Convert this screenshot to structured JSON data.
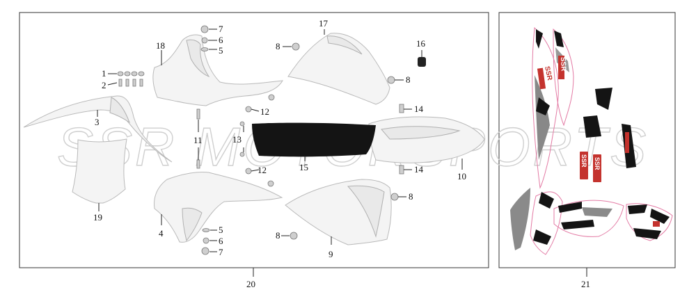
{
  "watermark": "SSR MOTORSPORTS",
  "panels": {
    "plastics_label": "20",
    "graphics_label": "21"
  },
  "callouts": {
    "c1": "1",
    "c2": "2",
    "c3": "3",
    "c4": "4",
    "c5a": "5",
    "c5b": "5",
    "c6a": "6",
    "c6b": "6",
    "c7a": "7",
    "c7b": "7",
    "c8a": "8",
    "c8b": "8",
    "c8c": "8",
    "c8d": "8",
    "c9": "9",
    "c10": "10",
    "c11": "11",
    "c12a": "12",
    "c12b": "12",
    "c13": "13",
    "c14a": "14",
    "c14b": "14",
    "c15": "15",
    "c16": "16",
    "c17": "17",
    "c18": "18",
    "c19": "19"
  },
  "decal_text": {
    "logo_a": "SSR",
    "logo_b": "SSR",
    "logo_c": "SSR",
    "logo_d": "SSR"
  },
  "colors": {
    "decal_black": "#141414",
    "decal_red": "#c4332e",
    "decal_outline": "#e37aa4"
  }
}
